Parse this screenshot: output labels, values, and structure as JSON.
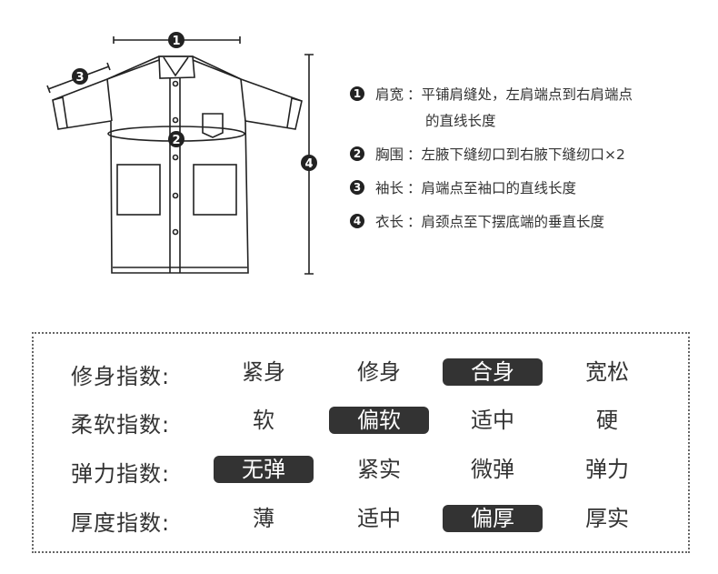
{
  "diagram": {
    "markers": [
      "1",
      "2",
      "3",
      "4"
    ]
  },
  "legend": [
    {
      "num": "1",
      "name": "肩宽",
      "desc": "：平铺肩缝处，左肩端点到右肩端点",
      "desc2": "的直线长度"
    },
    {
      "num": "2",
      "name": "胸围",
      "desc": "：左腋下缝纫口到右腋下缝纫口×2"
    },
    {
      "num": "3",
      "name": "袖长",
      "desc": "：肩端点至袖口的直线长度"
    },
    {
      "num": "4",
      "name": "衣长",
      "desc": "：肩颈点至下摆底端的垂直长度"
    }
  ],
  "indices": [
    {
      "label": "修身指数:",
      "options": [
        "紧身",
        "修身",
        "合身",
        "宽松"
      ],
      "selected": 2
    },
    {
      "label": "柔软指数:",
      "options": [
        "软",
        "偏软",
        "适中",
        "硬"
      ],
      "selected": 1
    },
    {
      "label": "弹力指数:",
      "options": [
        "无弹",
        "紧实",
        "微弹",
        "弹力"
      ],
      "selected": 0
    },
    {
      "label": "厚度指数:",
      "options": [
        "薄",
        "适中",
        "偏厚",
        "厚实"
      ],
      "selected": 2
    }
  ]
}
